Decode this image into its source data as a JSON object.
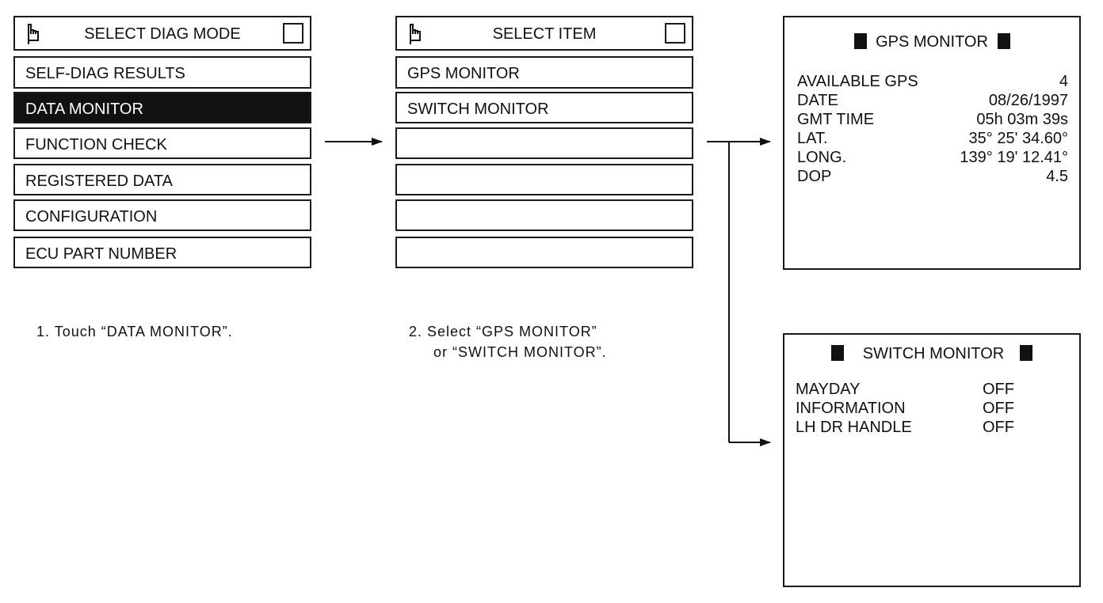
{
  "menu_panel": {
    "title": "SELECT DIAG MODE",
    "items": [
      {
        "label": "SELF-DIAG RESULTS",
        "selected": false
      },
      {
        "label": "DATA MONITOR",
        "selected": true
      },
      {
        "label": "FUNCTION CHECK",
        "selected": false
      },
      {
        "label": "REGISTERED DATA",
        "selected": false
      },
      {
        "label": "CONFIGURATION",
        "selected": false
      },
      {
        "label": "ECU PART NUMBER",
        "selected": false
      }
    ],
    "icons": [
      "hand-icon",
      "checkbox-icon"
    ]
  },
  "item_panel": {
    "title": "SELECT ITEM",
    "items": [
      {
        "label": "GPS MONITOR"
      },
      {
        "label": "SWITCH MONITOR"
      },
      {
        "label": ""
      },
      {
        "label": ""
      },
      {
        "label": ""
      },
      {
        "label": ""
      }
    ],
    "icons": [
      "hand-icon",
      "checkbox-icon"
    ]
  },
  "gps_monitor": {
    "title": "GPS MONITOR",
    "rows": [
      {
        "label": "AVAILABLE GPS",
        "value": "4"
      },
      {
        "label": "DATE",
        "value": "08/26/1997"
      },
      {
        "label": "GMT TIME",
        "value": "05h 03m 39s"
      },
      {
        "label": "LAT.",
        "value": "35° 25' 34.60°"
      },
      {
        "label": "LONG.",
        "value": "139° 19' 12.41°"
      },
      {
        "label": "DOP",
        "value": "4.5"
      }
    ]
  },
  "switch_monitor": {
    "title": "SWITCH MONITOR",
    "rows": [
      {
        "label": "MAYDAY",
        "value": "OFF"
      },
      {
        "label": "INFORMATION",
        "value": "OFF"
      },
      {
        "label": "LH DR HANDLE",
        "value": "OFF"
      }
    ]
  },
  "steps": {
    "step1": "1. Touch “DATA MONITOR”.",
    "step2_line1": "2. Select “GPS MONITOR”",
    "step2_line2": "or “SWITCH MONITOR”."
  },
  "colors": {
    "ink": "#111111",
    "background": "#ffffff",
    "selected_bg": "#111111"
  }
}
